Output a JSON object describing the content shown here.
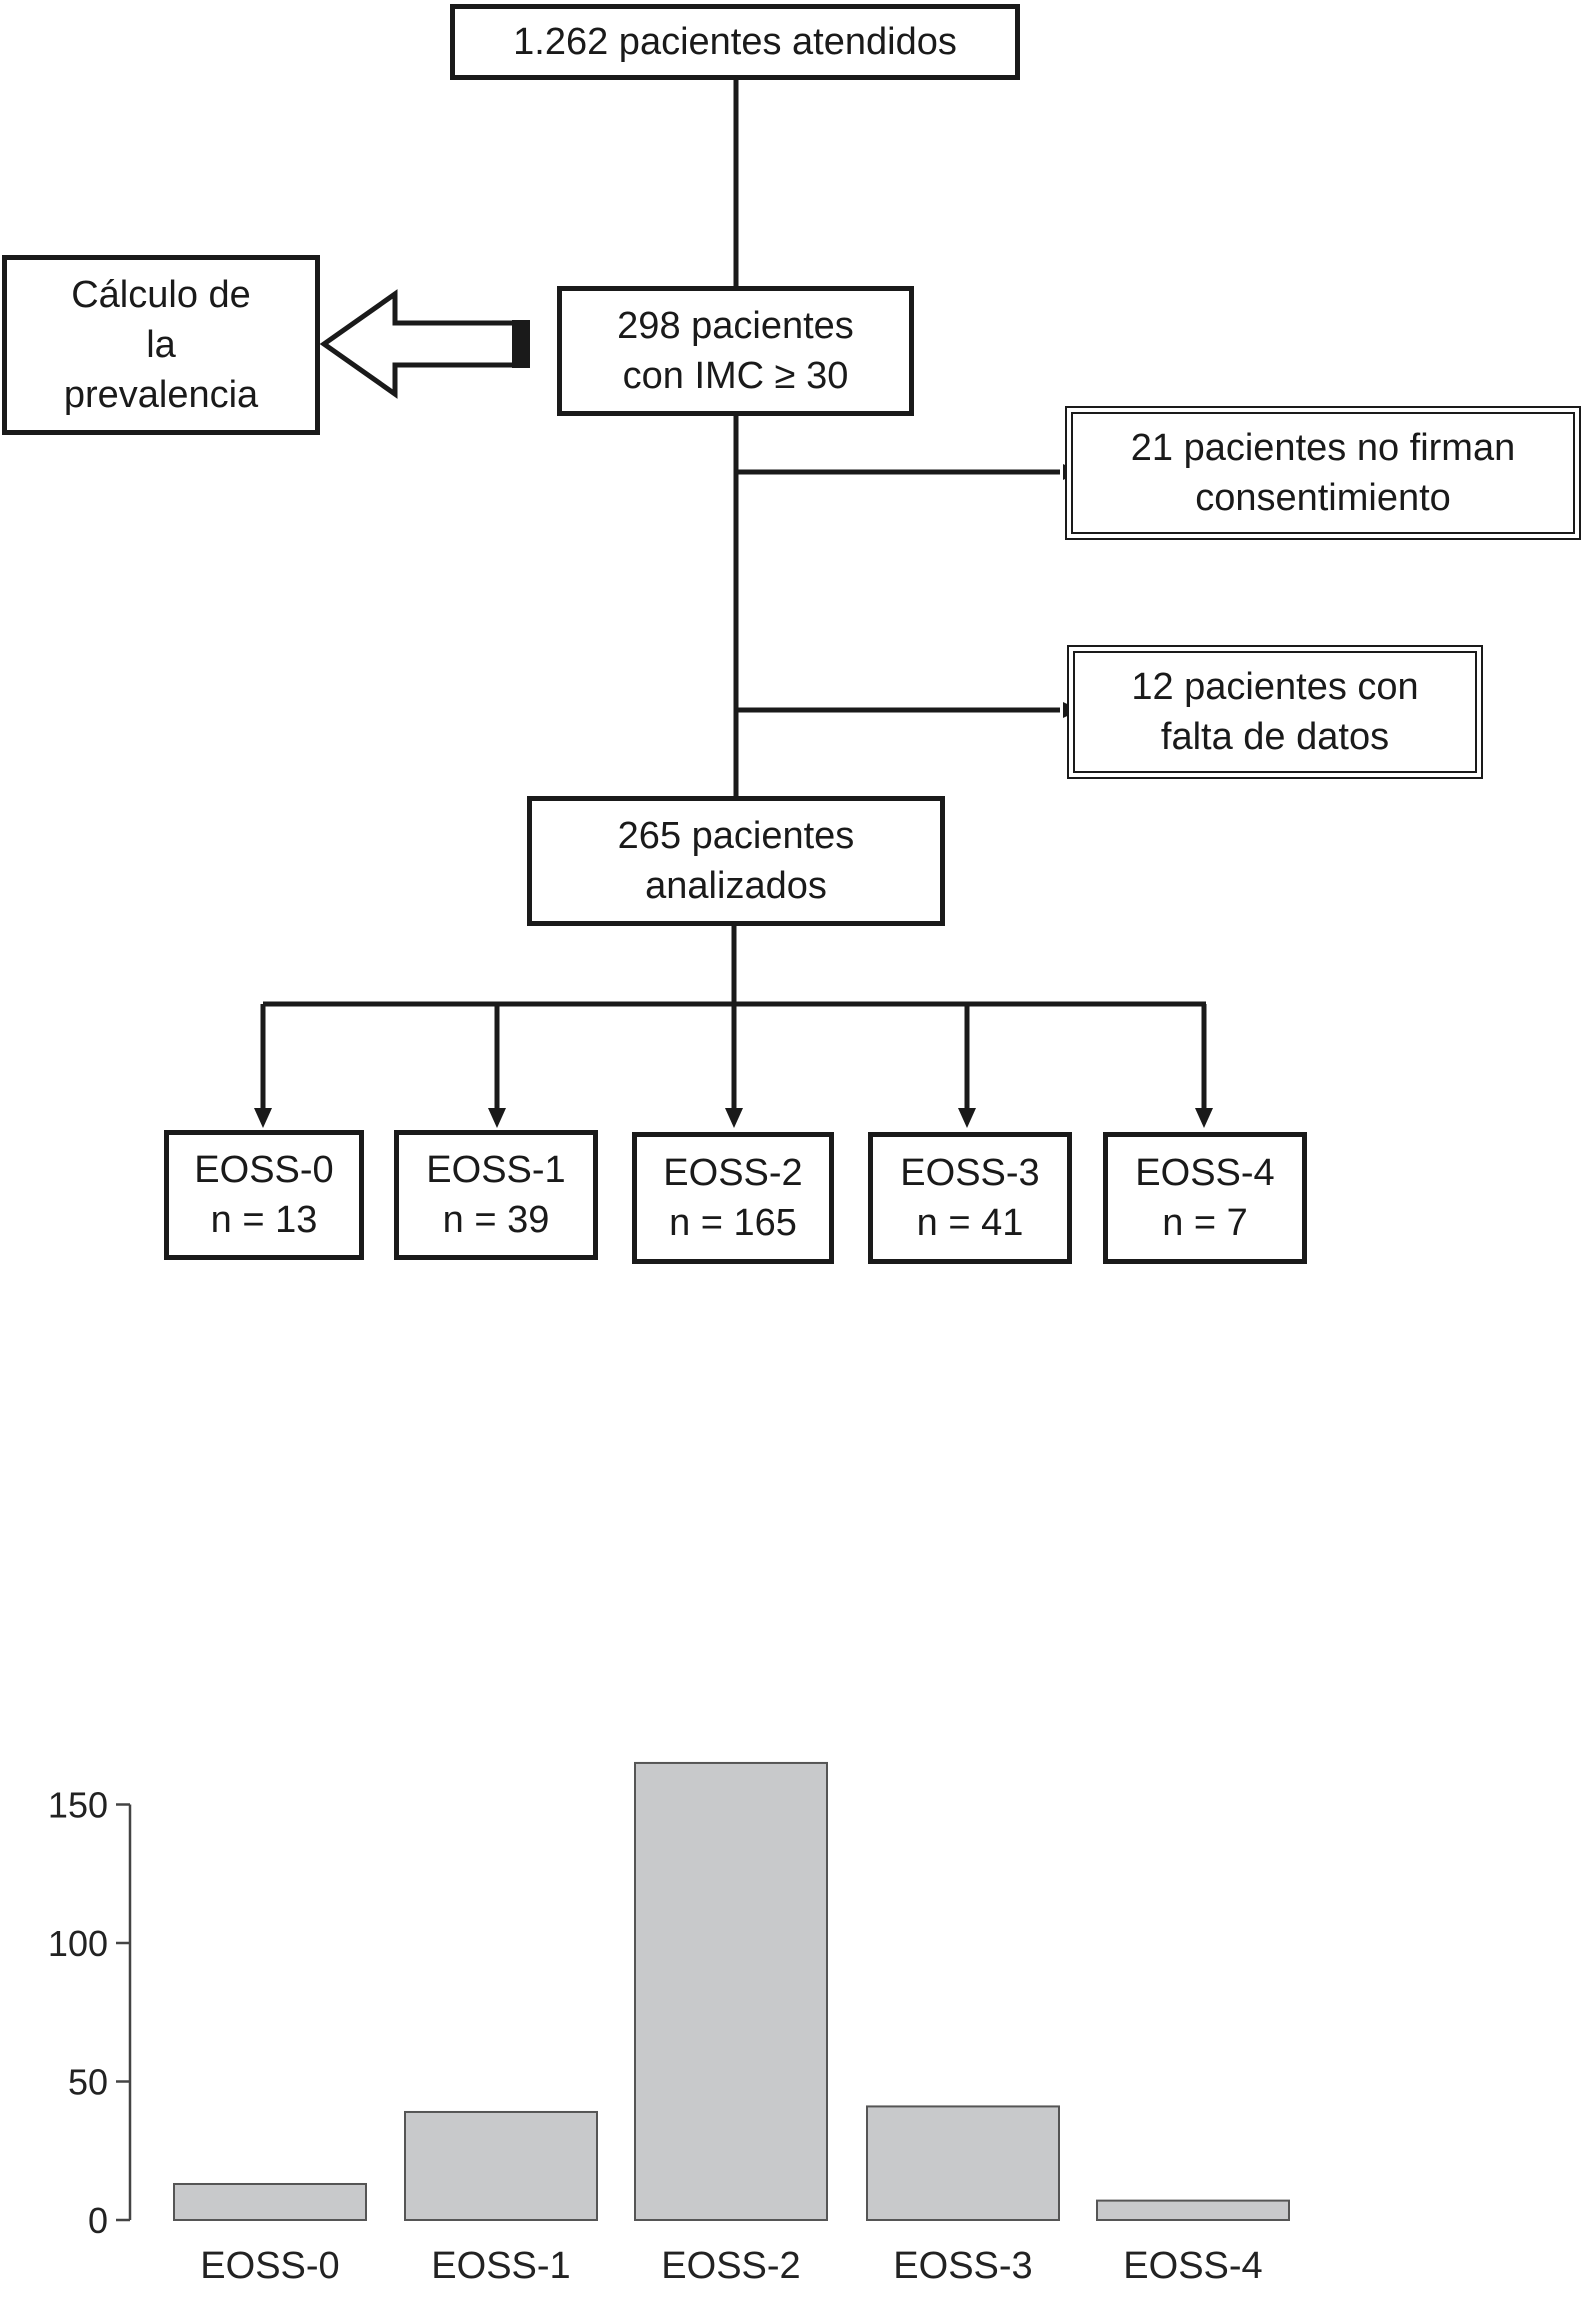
{
  "flow": {
    "top_box": "1.262 pacientes atendidos",
    "imc_box": [
      "298 pacientes",
      "con IMC ≥ 30"
    ],
    "prevalence_box": [
      "Cálculo de",
      "la",
      "prevalencia"
    ],
    "excluded_consent": [
      "21 pacientes no firman",
      "consentimiento"
    ],
    "excluded_data": [
      "12 pacientes con",
      "falta de datos"
    ],
    "analyzed_box": [
      "265 pacientes",
      "analizados"
    ],
    "stages": [
      {
        "label": "EOSS-0",
        "n": "n = 13"
      },
      {
        "label": "EOSS-1",
        "n": "n = 39"
      },
      {
        "label": "EOSS-2",
        "n": "n = 165"
      },
      {
        "label": "EOSS-3",
        "n": "n = 41"
      },
      {
        "label": "EOSS-4",
        "n": "n = 7"
      }
    ]
  },
  "chart_data": {
    "type": "bar",
    "categories": [
      "EOSS-0",
      "EOSS-1",
      "EOSS-2",
      "EOSS-3",
      "EOSS-4"
    ],
    "values": [
      13,
      39,
      165,
      41,
      7
    ],
    "title": "",
    "xlabel": "",
    "ylabel": "",
    "ylim": [
      0,
      175
    ],
    "yticks": [
      0,
      50,
      100,
      150
    ],
    "grid": false,
    "bar_color": "#c8c9cb",
    "bar_edge_color": "#555555"
  }
}
